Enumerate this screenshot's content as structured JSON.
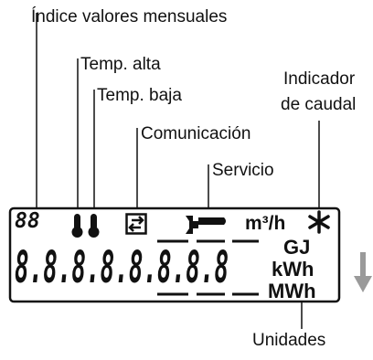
{
  "labels": {
    "monthly_index": "Índice valores mensuales",
    "temp_high": "Temp. alta",
    "temp_low": "Temp. baja",
    "communication": "Comunicación",
    "service": "Servicio",
    "flow_indicator_line1": "Indicador",
    "flow_indicator_line2": "de caudal",
    "units": "Unidades"
  },
  "display": {
    "index_digits": "88",
    "flow_unit": "m³/h",
    "flow_star": "*",
    "main_digits": "8.8.8.8.8.8.8.8",
    "units": [
      "GJ",
      "kWh",
      "MWh"
    ]
  },
  "colors": {
    "line": "#111111",
    "arrow": "#9a9a9a"
  },
  "icons": [
    "thermometer-icon",
    "thermometer-icon",
    "communication-icon",
    "wrench-icon",
    "star-icon",
    "down-arrow-icon"
  ]
}
